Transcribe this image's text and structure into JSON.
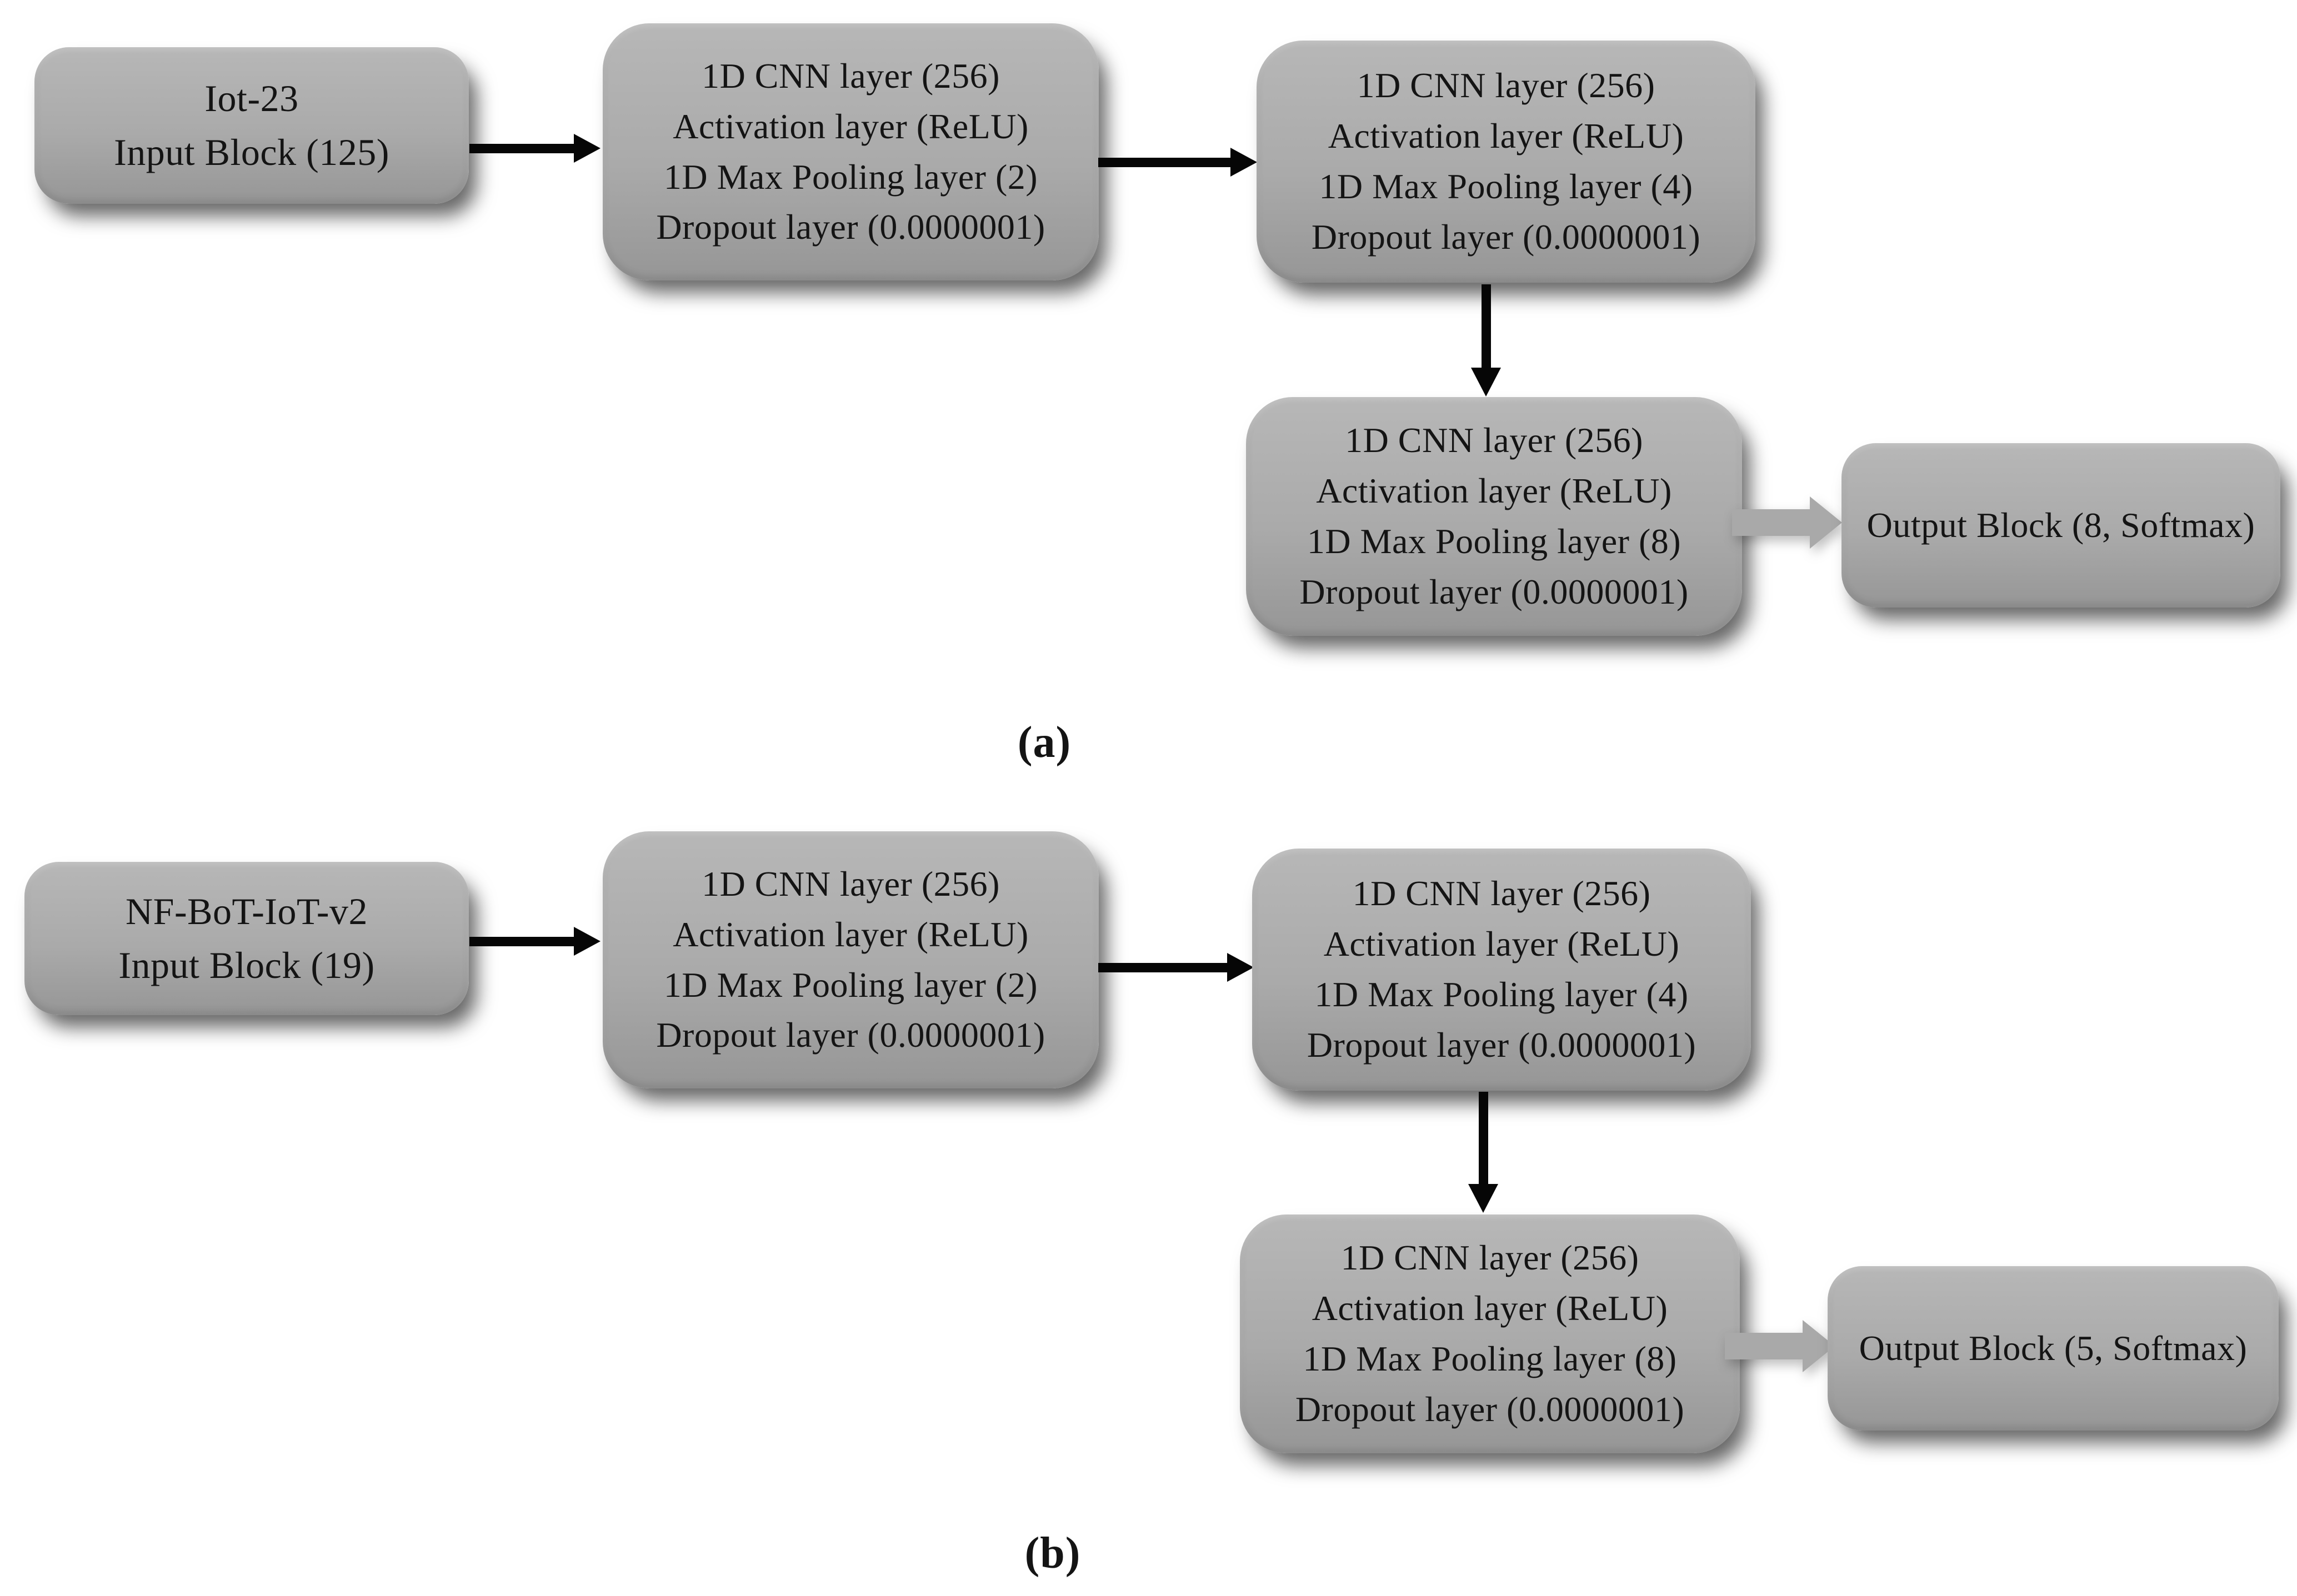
{
  "colors": {
    "background": "#ffffff",
    "block_fill_top": "#b7b7b7",
    "block_fill_bottom": "#969696",
    "arrow_black": "#060606",
    "arrow_gray": "#a9a9a9",
    "text": "#141414"
  },
  "panels": [
    {
      "caption": "(a)",
      "input_block": {
        "line1": "Iot-23",
        "line2": "Input Block (125)"
      },
      "cnn_blocks": [
        {
          "lines": [
            "1D CNN layer (256)",
            "Activation layer (ReLU)",
            "1D Max Pooling layer (2)",
            "Dropout layer (0.0000001)"
          ]
        },
        {
          "lines": [
            "1D CNN layer (256)",
            "Activation layer (ReLU)",
            "1D Max Pooling layer (4)",
            "Dropout layer (0.0000001)"
          ]
        },
        {
          "lines": [
            "1D CNN layer (256)",
            "Activation layer (ReLU)",
            "1D Max Pooling layer (8)",
            "Dropout layer (0.0000001)"
          ]
        }
      ],
      "output_block": {
        "label": "Output Block (8, Softmax)"
      }
    },
    {
      "caption": "(b)",
      "input_block": {
        "line1": "NF-BoT-IoT-v2",
        "line2": "Input Block (19)"
      },
      "cnn_blocks": [
        {
          "lines": [
            "1D CNN layer (256)",
            "Activation layer (ReLU)",
            "1D Max Pooling layer (2)",
            "Dropout layer (0.0000001)"
          ]
        },
        {
          "lines": [
            "1D CNN layer (256)",
            "Activation layer (ReLU)",
            "1D Max Pooling layer (4)",
            "Dropout layer (0.0000001)"
          ]
        },
        {
          "lines": [
            "1D CNN layer (256)",
            "Activation layer (ReLU)",
            "1D Max Pooling layer (8)",
            "Dropout layer (0.0000001)"
          ]
        }
      ],
      "output_block": {
        "label": "Output Block (5, Softmax)"
      }
    }
  ]
}
